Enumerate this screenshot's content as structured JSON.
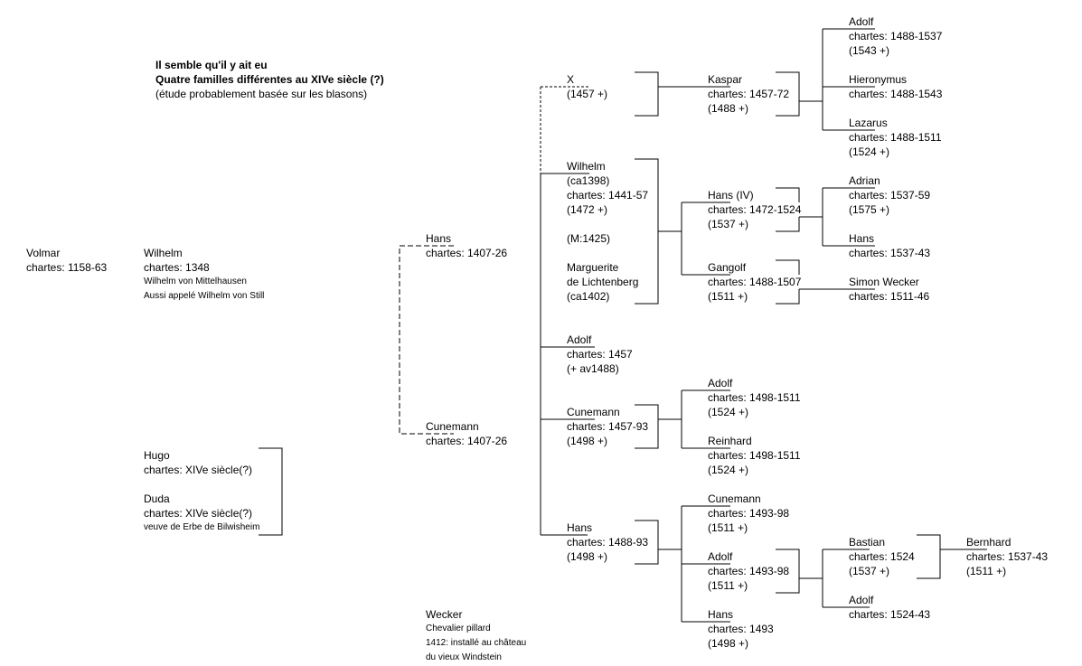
{
  "header": {
    "line1": "Il semble qu'il y ait eu",
    "line2": "Quatre familles différentes au XIVe siècle (?)",
    "line3": "(étude probablement basée sur les blasons)"
  },
  "people": {
    "volmar": {
      "name": "Volmar",
      "lines": [
        "chartes: 1158-63"
      ]
    },
    "wilhelm1348": {
      "name": "Wilhelm",
      "lines": [
        "chartes: 1348"
      ],
      "notes": [
        "Wilhelm von Mittelhausen",
        "Aussi appelé Wilhelm von Still"
      ]
    },
    "hugo": {
      "name": "Hugo",
      "lines": [
        "chartes: XIVe siècle(?)"
      ]
    },
    "duda": {
      "name": "Duda",
      "lines": [
        "chartes: XIVe siècle(?)"
      ],
      "notes": [
        "veuve de Erbe de Bilwisheim"
      ]
    },
    "hans1407": {
      "name": "Hans",
      "lines": [
        "chartes: 1407-26"
      ]
    },
    "cunemann1407": {
      "name": "Cunemann",
      "lines": [
        "chartes: 1407-26"
      ]
    },
    "wecker": {
      "name": "Wecker",
      "notes": [
        "Chevalier pillard",
        "1412: installé au château",
        "du vieux Windstein"
      ]
    },
    "x": {
      "name": "X",
      "lines": [
        "(1457 +)"
      ]
    },
    "wilhelm1441": {
      "name": "Wilhelm",
      "lines": [
        "(ca1398)",
        "chartes: 1441-57",
        "(1472 +)",
        "",
        "(M:1425)",
        "",
        "Marguerite",
        "de Lichtenberg",
        "(ca1402)"
      ]
    },
    "adolf1457": {
      "name": "Adolf",
      "lines": [
        "chartes: 1457",
        "(+ av1488)"
      ]
    },
    "cunemann1457": {
      "name": "Cunemann",
      "lines": [
        "chartes: 1457-93",
        "(1498 +)"
      ]
    },
    "hans1488": {
      "name": "Hans",
      "lines": [
        "chartes: 1488-93",
        "(1498 +)"
      ]
    },
    "kaspar": {
      "name": "Kaspar",
      "lines": [
        "chartes: 1457-72",
        "(1488 +)"
      ]
    },
    "hansIV": {
      "name": "Hans (IV)",
      "lines": [
        "chartes: 1472-1524",
        "(1537 +)"
      ]
    },
    "gangolf": {
      "name": "Gangolf",
      "lines": [
        "chartes: 1488-1507",
        "(1511 +)"
      ]
    },
    "adolf1498": {
      "name": "Adolf",
      "lines": [
        "chartes: 1498-1511",
        "(1524 +)"
      ]
    },
    "reinhard": {
      "name": "Reinhard",
      "lines": [
        "chartes: 1498-1511",
        "(1524 +)"
      ]
    },
    "cunemann1493": {
      "name": "Cunemann",
      "lines": [
        "chartes: 1493-98",
        "(1511 +)"
      ]
    },
    "adolf1493": {
      "name": "Adolf",
      "lines": [
        "chartes: 1493-98",
        "(1511 +)"
      ]
    },
    "hans1493": {
      "name": "Hans",
      "lines": [
        "chartes: 1493",
        "(1498 +)"
      ]
    },
    "adolf1488": {
      "name": "Adolf",
      "lines": [
        "chartes: 1488-1537",
        "(1543 +)"
      ]
    },
    "hieronymus": {
      "name": "Hieronymus",
      "lines": [
        "chartes: 1488-1543"
      ]
    },
    "lazarus": {
      "name": "Lazarus",
      "lines": [
        "chartes: 1488-1511",
        "(1524 +)"
      ]
    },
    "adrian": {
      "name": "Adrian",
      "lines": [
        "chartes: 1537-59",
        "(1575 +)"
      ]
    },
    "hans1537": {
      "name": "Hans",
      "lines": [
        "chartes: 1537-43"
      ]
    },
    "simonWecker": {
      "name": "Simon Wecker",
      "lines": [
        "chartes: 1511-46"
      ]
    },
    "bastian": {
      "name": "Bastian",
      "lines": [
        "chartes: 1524",
        "(1537 +)"
      ]
    },
    "adolf1524": {
      "name": "Adolf",
      "lines": [
        "chartes: 1524-43"
      ]
    },
    "bernhard": {
      "name": "Bernhard",
      "lines": [
        "chartes: 1537-43",
        "(1511 +)"
      ]
    }
  }
}
